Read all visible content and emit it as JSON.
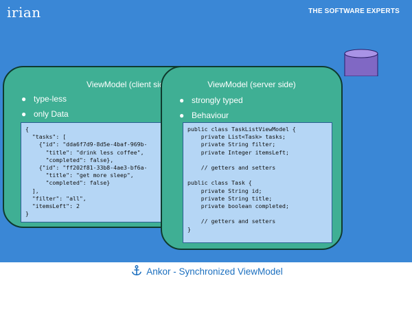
{
  "header": {
    "logo_text": "irian",
    "tagline": "THE SOFTWARE EXPERTS",
    "background_color": "#3a87d6"
  },
  "decoration": {
    "database_icon": "database-icon",
    "database_color": "#8068c4"
  },
  "client_card": {
    "title": "ViewModel (client side)",
    "bullets": [
      "type-less",
      "only Data"
    ],
    "code": "{\n  \"tasks\": [\n    {\"id\": \"dda6f7d9-8d5e-4baf-969b-\n      \"title\": \"drink less coffee\",\n      \"completed\": false},\n    {\"id\": \"ff202f81-33b8-4ae3-bf6a-\n      \"title\": \"get more sleep\",\n      \"completed\": false}\n  ],\n  \"filter\": \"all\",\n  \"itemsLeft\": 2\n}"
  },
  "server_card": {
    "title": "ViewModel (server side)",
    "bullets": [
      "strongly typed",
      "Behaviour"
    ],
    "code": "public class TaskListViewModel {\n    private List<Task> tasks;\n    private String filter;\n    private Integer itemsLeft;\n\n    // getters and setters\n\npublic class Task {\n    private String id;\n    private String title;\n    private boolean completed;\n\n    // getters and setters\n}"
  },
  "card_color": "#3faf94",
  "footer": {
    "anchor_icon": "anchor-icon",
    "title": "Ankor - Synchronized ViewModel"
  }
}
